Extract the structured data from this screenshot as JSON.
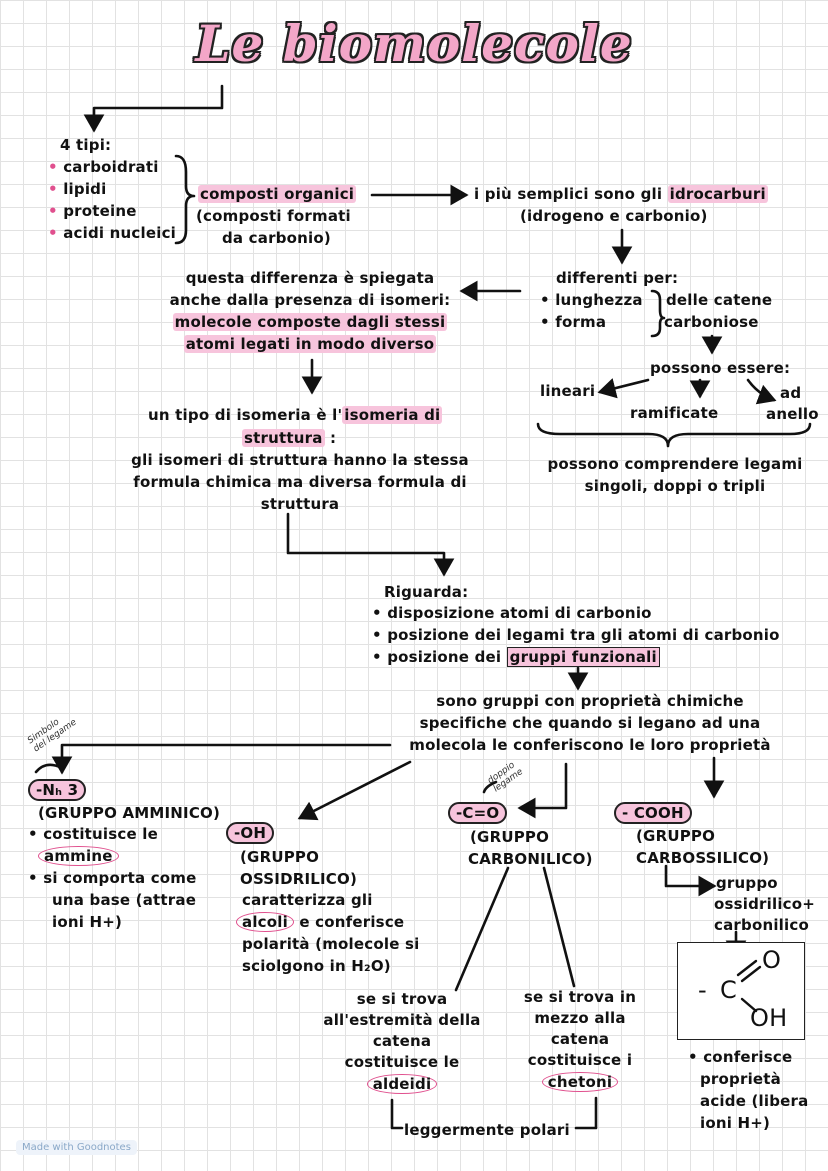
{
  "title": "Le biomolecole",
  "types": {
    "heading": "4 tipi:",
    "items": [
      "carboidrati",
      "lipidi",
      "proteine",
      "acidi nucleici"
    ]
  },
  "organic": {
    "highlight": "composti organici",
    "line2": "(composti formati",
    "line3": "da carbonio)"
  },
  "simplest": {
    "prefix": "i più semplici sono gli ",
    "highlight": "idrocarburi",
    "line2": "(idrogeno e carbonio)"
  },
  "differ": {
    "heading": "differenti per:",
    "item1": "lunghezza",
    "item2": "forma",
    "side1": "delle catene",
    "side2": "carboniose"
  },
  "isomers": {
    "line1": "questa differenza è spiegata",
    "line2": "anche dalla presenza di isomeri:",
    "line3": "molecole composte dagli stessi",
    "line4": "atomi legati in modo diverso"
  },
  "chains": {
    "heading": "possono essere:",
    "linear": "lineari",
    "branched": "ramificate",
    "ring_1": "ad",
    "ring_2": "anello",
    "bonds_1": "possono comprendere legami",
    "bonds_2": "singoli, doppi o tripli"
  },
  "structural": {
    "line1_prefix": "un tipo di isomeria è l'",
    "line1_highlight": "isomeria di",
    "line2_highlight": "struttura",
    "line2_suffix": " :",
    "line3": "gli isomeri di struttura hanno la stessa",
    "line4": "formula chimica ma diversa formula di",
    "line5": "struttura"
  },
  "concerns": {
    "heading": "Riguarda:",
    "item1": "disposizione atomi di carbonio",
    "item2": "posizione dei legami tra gli atomi di carbonio",
    "item3_prefix": "posizione dei ",
    "item3_box": "gruppi funzionali"
  },
  "functional": {
    "line1": "sono gruppi con proprietà chimiche",
    "line2": "specifiche che quando si legano ad una",
    "line3": "molecola le conferiscono le loro proprietà"
  },
  "notes": {
    "symbol_1": "Simbolo",
    "symbol_2": "del legame",
    "double_1": "doppio",
    "double_2": "legame"
  },
  "amino": {
    "symbol": "-Nₕ 3",
    "name": "(GRUPPO AMMINICO)",
    "b1_prefix": "costituisce le",
    "b1_word": "ammine",
    "b2_1": "si comporta come",
    "b2_2": "una base (attrae",
    "b2_3": "ioni H+)"
  },
  "hydroxyl": {
    "symbol": "-OH",
    "name_1": "(GRUPPO",
    "name_2": "OSSIDRILICO)",
    "l1": "caratterizza gli",
    "l2_word": "alcoli",
    "l2_suffix": " e conferisce",
    "l3": "polarità (molecole si",
    "l4": "sciolgono in H₂O)"
  },
  "carbonyl": {
    "symbol": "-C=O",
    "name_1": "(GRUPPO",
    "name_2": "CARBONILICO)",
    "end_1": "se si trova",
    "end_2": "all'estremità della",
    "end_3": "catena",
    "end_4": "costituisce le",
    "end_word": "aldeidi",
    "mid_1": "se si trova in",
    "mid_2": "mezzo alla",
    "mid_3": "catena",
    "mid_4": "costituisce i",
    "mid_word": "chetoni",
    "polar": "leggermente polari"
  },
  "carboxyl": {
    "symbol": "- COOH",
    "name_1": "(GRUPPO",
    "name_2": "CARBOSSILICO)",
    "g1": "gruppo",
    "g2": "ossidrilico+",
    "g3": "carbonilico",
    "fig_c": "C",
    "fig_o": "O",
    "fig_oh": "OH",
    "fig_dash": "-",
    "p1": "conferisce",
    "p2": "proprietà",
    "p3": "acide (libera",
    "p4": "ioni H+)"
  },
  "watermark": "Made with Goodnotes"
}
